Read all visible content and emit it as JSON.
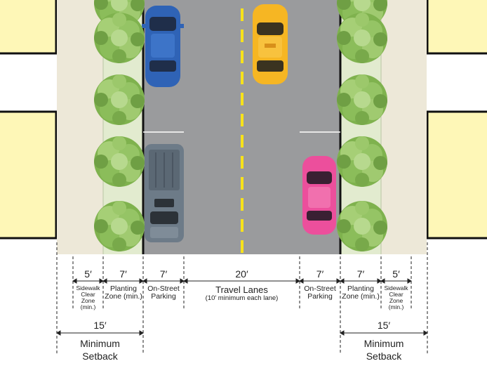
{
  "colors": {
    "building": "#fef7b7",
    "sidewalk": "#ede8d8",
    "planting": "#e2ebcf",
    "road": "#9a9b9d",
    "lane_yellow": "#f7e21b",
    "tree": "#8fbf5d",
    "car_blue": "#2f63b6",
    "car_yellow": "#f6b623",
    "truck_gray": "#6d7b88",
    "car_pink": "#ec4f9c"
  },
  "left": {
    "sidewalk": {
      "dim": "5′",
      "label": "Sidewalk Clear Zone (min.)",
      "l1": "Sidewalk",
      "l2": "Clear",
      "l3": "Zone",
      "l4": "(min.)"
    },
    "planting": {
      "dim": "7′",
      "label_a": "Planting",
      "label_b": "Zone (min.)"
    },
    "parking": {
      "dim": "7′",
      "label_a": "On-Street",
      "label_b": "Parking"
    },
    "setback_dim": "15′",
    "setback_a": "Minimum",
    "setback_b": "Setback"
  },
  "center": {
    "dim": "20′",
    "label": "Travel Lanes",
    "sublabel": "(10′ minimum each lane)"
  },
  "right": {
    "parking": {
      "dim": "7′",
      "label_a": "On-Street",
      "label_b": "Parking"
    },
    "planting": {
      "dim": "7′",
      "label_a": "Planting",
      "label_b": "Zone (min.)"
    },
    "sidewalk": {
      "dim": "5′",
      "l1": "Sidewalk",
      "l2": "Clear",
      "l3": "Zone",
      "l4": "(min.)"
    },
    "setback_dim": "15′",
    "setback_a": "Minimum",
    "setback_b": "Setback"
  }
}
